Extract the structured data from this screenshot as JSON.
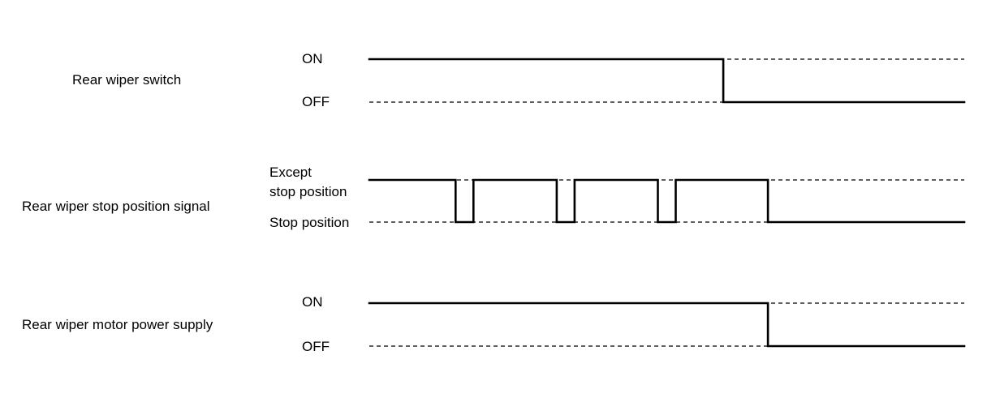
{
  "rows": [
    {
      "name": "Rear wiper switch",
      "high_label": "ON",
      "low_label": "OFF",
      "transitions": [
        {
          "t": 0,
          "level": "high"
        },
        {
          "t": 0.595,
          "level": "low"
        }
      ]
    },
    {
      "name": "Rear wiper stop position signal",
      "high_label_line1": "Except",
      "high_label_line2": "stop position",
      "low_label": "Stop position",
      "transitions": [
        {
          "t": 0,
          "level": "high"
        },
        {
          "t": 0.145,
          "level": "low"
        },
        {
          "t": 0.175,
          "level": "high"
        },
        {
          "t": 0.315,
          "level": "low"
        },
        {
          "t": 0.345,
          "level": "high"
        },
        {
          "t": 0.485,
          "level": "low"
        },
        {
          "t": 0.515,
          "level": "high"
        },
        {
          "t": 0.67,
          "level": "low"
        }
      ]
    },
    {
      "name": "Rear wiper motor power supply",
      "high_label": "ON",
      "low_label": "OFF",
      "transitions": [
        {
          "t": 0,
          "level": "high"
        },
        {
          "t": 0.67,
          "level": "low"
        }
      ]
    }
  ],
  "colors": {
    "line": "#000000",
    "background": "#ffffff"
  }
}
